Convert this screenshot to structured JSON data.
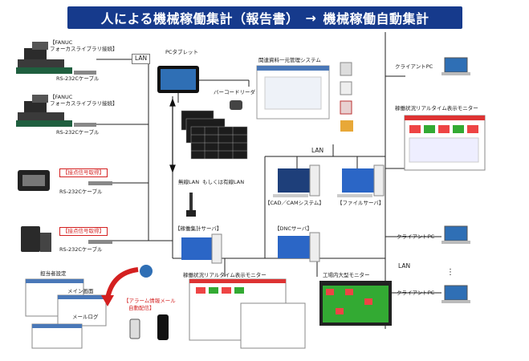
{
  "title": {
    "left": "人による機械稼働集計（報告書）",
    "arrow": "→",
    "right": "機械稼働自動集計"
  },
  "machines": {
    "m1": {
      "brand": "【FANUC",
      "lib": "フォーカスライブラリ接続】",
      "cable": "RS-232Cケーブル"
    },
    "m2": {
      "brand": "【FANUC",
      "lib": "フォーカスライブラリ接続】",
      "cable": "RS-232Cケーブル"
    },
    "m3": {
      "contact": "【接点信号取得】",
      "cable": "RS-232Cケーブル"
    },
    "m4": {
      "contact": "【接点信号取得】",
      "cable": "RS-232Cケーブル"
    }
  },
  "network": {
    "lan_top": "LAN",
    "lan_mid": "LAN",
    "lan_right": "LAN",
    "wireless": "無線LAN",
    "or_wired": "もしくは有線LAN"
  },
  "devices": {
    "tablet": "PCタブレット",
    "barcode": "バーコードリーダ",
    "doc_system": "関連資料一元管理システム",
    "cad_server": "【CAD／CAMシステム】",
    "file_server": "【ファイルサーバ】",
    "collection_server": "【稼働集計サーバ】",
    "dnc_server": "【DNCサーバ】"
  },
  "monitors": {
    "realtime_right": "稼働状況リアルタイム表示モニター",
    "realtime_bottom": "稼働状況リアルタイム表示モニター",
    "factory_monitor": "工場内大型モニター"
  },
  "clients": {
    "client1": "クライアントPC",
    "client2": "クライアントPC",
    "client3": "クライアントPC"
  },
  "reports": {
    "report_settings": "担当者設定",
    "main_screen": "メイン画面",
    "mail_log": "メールログ"
  },
  "alarm": {
    "line1": "【アラーム情報メール",
    "line2": "自動配信】"
  },
  "ellipsis": "⋮"
}
